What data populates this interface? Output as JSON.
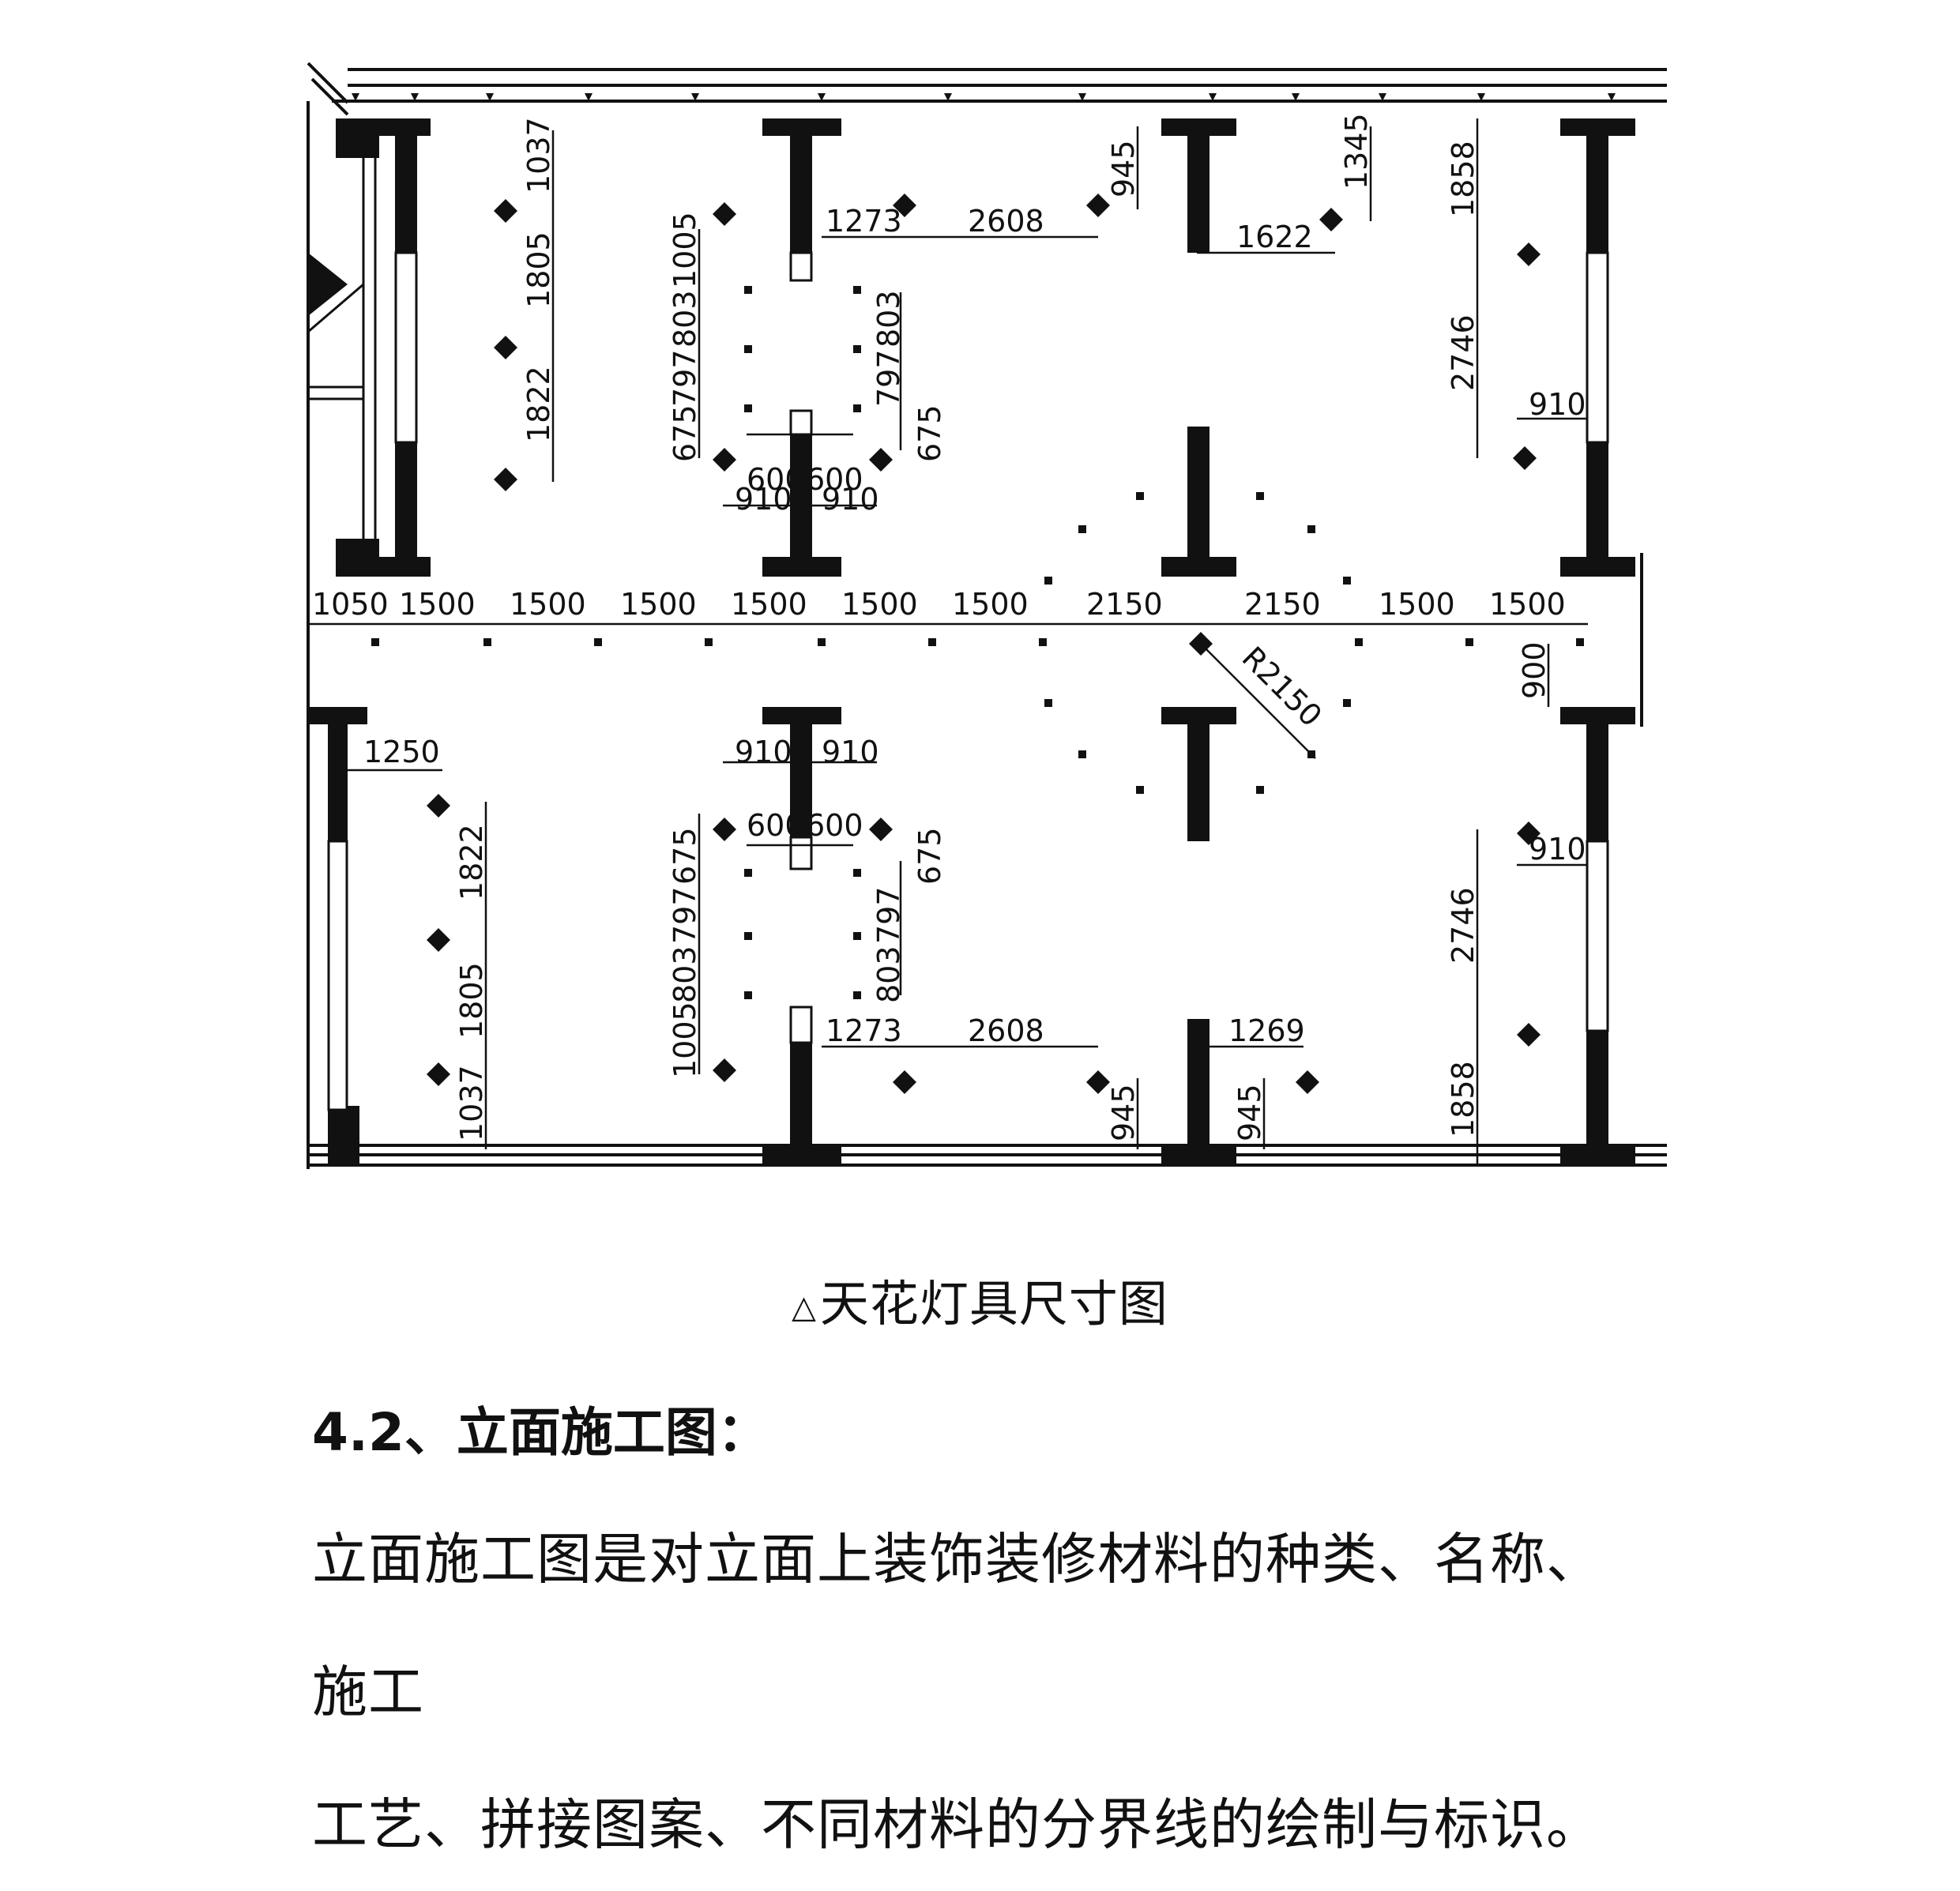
{
  "drawing": {
    "dims_horizontal": [
      "1050",
      "1500",
      "1500",
      "1500",
      "1500",
      "1500",
      "1500",
      "2150",
      "2150",
      "1500",
      "1500"
    ],
    "dims_left_top": [
      "1037",
      "1805",
      "1822"
    ],
    "dims_left_bottom": [
      "1822",
      "1805",
      "1037"
    ],
    "dims_top_misc": {
      "d1273": "1273",
      "d2608": "2608",
      "d945": "945",
      "d1345": "1345",
      "d1622": "1622",
      "d1858": "1858",
      "d2746": "2746",
      "d910": "910",
      "d1005": "1005",
      "d803": "803",
      "d797": "797",
      "d675": "675",
      "d600": "600"
    },
    "dims_bottom_misc": {
      "d1250": "1250",
      "d1269": "1269",
      "d900": "900",
      "r2150": "R2150"
    },
    "icons": [
      "ceiling-lamp-icon",
      "downlight-icon"
    ]
  },
  "caption": {
    "marker": "△",
    "text": "天花灯具尺寸图"
  },
  "heading": "4.2、立面施工图：",
  "paragraph": {
    "line1": "立面施工图是对立面上装饰装修材料的种类、名称、施工",
    "line2": "工艺、拼接图案、不同材料的分界线的绘制与标识。"
  }
}
